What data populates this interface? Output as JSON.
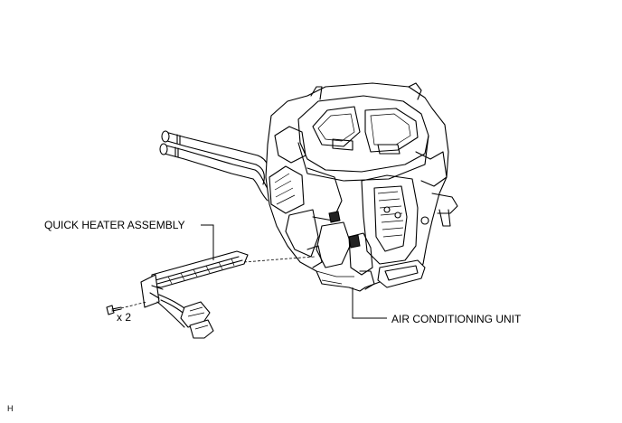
{
  "labels": {
    "quick_heater": "QUICK HEATER ASSEMBLY",
    "ac_unit": "AIR CONDITIONING UNIT",
    "screw_qty": "x 2",
    "diagram_code": "H"
  }
}
